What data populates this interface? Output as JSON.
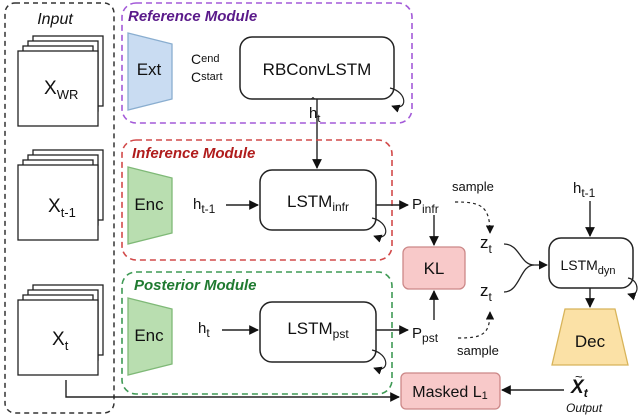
{
  "input": {
    "title": "Input",
    "stacks": [
      {
        "base": "X",
        "sub": "WR"
      },
      {
        "base": "X",
        "sub": "t-1"
      },
      {
        "base": "X",
        "sub": "t"
      }
    ]
  },
  "reference": {
    "title": "Reference Module",
    "ext": "Ext",
    "c_end": {
      "base": "C",
      "sub": "end"
    },
    "c_start": {
      "base": "C",
      "sub": "start"
    },
    "block": "RBConvLSTM",
    "output": {
      "base": "h",
      "sub": "t"
    }
  },
  "inference": {
    "title": "Inference Module",
    "enc": "Enc",
    "input_h": {
      "base": "h",
      "sub": "t-1"
    },
    "lstm": {
      "base": "LSTM",
      "sub": "infr"
    },
    "out": {
      "base": "P",
      "sub": "infr"
    },
    "sample": "sample"
  },
  "posterior": {
    "title": "Posterior Module",
    "enc": "Enc",
    "input_h": {
      "base": "h",
      "sub": "t"
    },
    "lstm": {
      "base": "LSTM",
      "sub": "pst"
    },
    "out": {
      "base": "P",
      "sub": "pst"
    },
    "sample": "sample"
  },
  "kl": "KL",
  "z_top": {
    "base": "z",
    "sub": "t"
  },
  "z_bottom": {
    "base": "z",
    "sub": "t"
  },
  "dyn": {
    "h": {
      "base": "h",
      "sub": "t-1"
    },
    "lstm": {
      "base": "LSTM",
      "sub": "dyn"
    },
    "dec": "Dec"
  },
  "loss": {
    "base": "Masked L",
    "sub": "1"
  },
  "output": {
    "symbol": {
      "base": "X",
      "sub": "t"
    },
    "caption": "Output"
  },
  "colors": {
    "reference": "#9b30d9",
    "inference": "#cc2b2b",
    "posterior": "#2e8b3e",
    "ext": "#c9dcf2",
    "enc": "#b9deb0",
    "kl": "#f8c9c9",
    "dec": "#fbe1a6"
  }
}
